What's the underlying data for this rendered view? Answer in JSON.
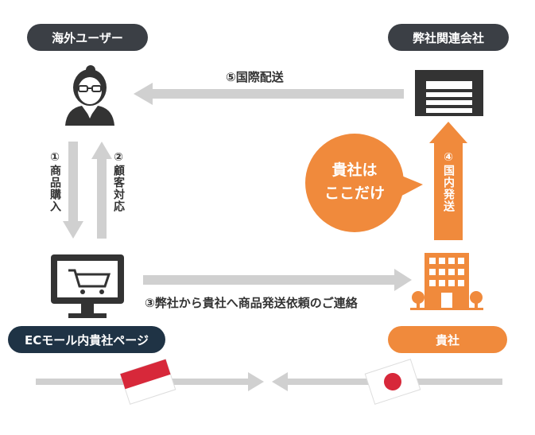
{
  "nodes": {
    "overseas_user": "海外ユーザー",
    "our_affiliate": "弊社関連会社",
    "ec_mall": "ECモール内貴社ページ",
    "your_company": "貴社"
  },
  "flows": {
    "step1": "①商品購入",
    "step2": "②顧客対応",
    "step3": "③弊社から貴社へ商品発送依頼のご連絡",
    "step4": "④国内発送",
    "step5": "⑤国際配送"
  },
  "callout": {
    "line1": "貴社は",
    "line2": "ここだけ"
  },
  "icons": [
    "user-icon",
    "building-icon",
    "cart-monitor-icon",
    "office-building-icon",
    "indonesia-flag-icon",
    "japan-flag-icon"
  ],
  "colors": {
    "dark_pill": "#3b3f45",
    "navy_pill": "#1f3345",
    "accent_orange": "#f08a3c",
    "arrow_gray": "#d0d0d0",
    "icon_dark": "#333333"
  }
}
